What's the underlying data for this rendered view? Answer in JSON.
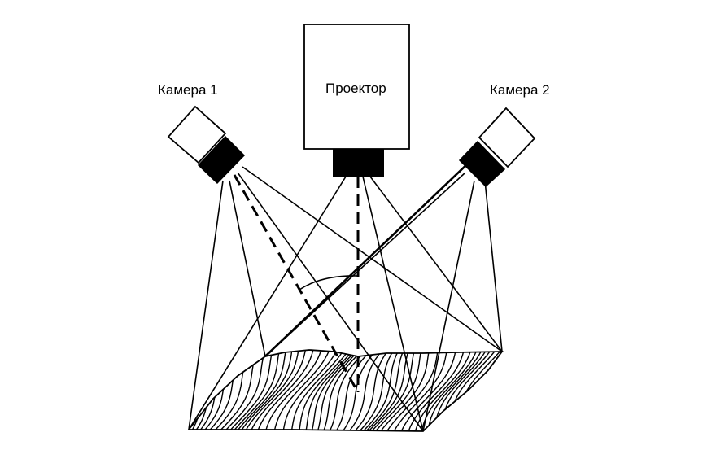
{
  "labels": {
    "camera1": "Камера 1",
    "camera2": "Камера 2",
    "projector": "Проектор"
  },
  "colors": {
    "stroke": "#000000",
    "fill_body": "#ffffff",
    "fill_lens": "#000000"
  }
}
